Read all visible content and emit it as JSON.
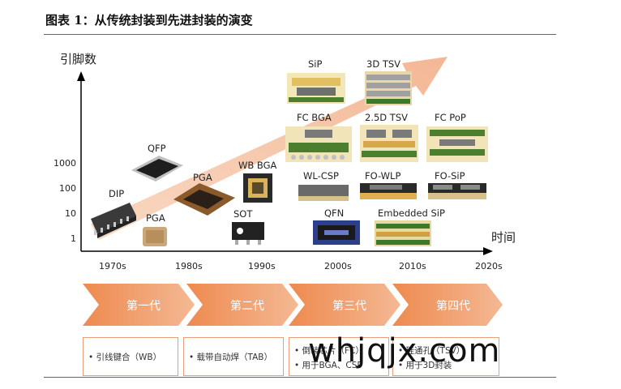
{
  "title": "图表 1：从传统封装到先进封装的演变",
  "axes": {
    "y_title": "引脚数",
    "x_title": "时间",
    "y_ticks": [
      "1000",
      "100",
      "10",
      "1"
    ],
    "x_ticks": [
      "1970s",
      "1980s",
      "1990s",
      "2000s",
      "2010s",
      "2020s"
    ]
  },
  "packages": {
    "dip": "DIP",
    "qfp": "QFP",
    "pga_small": "PGA",
    "pga": "PGA",
    "wb_bga": "WB BGA",
    "sot": "SOT",
    "sip": "SiP",
    "tsv3d": "3D TSV",
    "fc_bga": "FC BGA",
    "tsv25d": "2.5D TSV",
    "fc_pop": "FC PoP",
    "wl_csp": "WL-CSP",
    "fo_wlp": "FO-WLP",
    "fo_sip": "FO-SiP",
    "qfn": "QFN",
    "embedded_sip": "Embedded SiP"
  },
  "generations": [
    "第一代",
    "第二代",
    "第三代",
    "第四代"
  ],
  "boxes": {
    "gen1": [
      "• 引线键合（WB）"
    ],
    "gen2": [
      "• 载带自动焊（TAB）"
    ],
    "gen3": [
      "• 倒装芯片（FC）",
      "• 用于BGA、CSP"
    ],
    "gen4": [
      "• 硅通孔（TSV）",
      "• 用于3D封装"
    ]
  },
  "watermark": "whjqjx.com",
  "colors": {
    "arrow": "#f3b38f",
    "chevron": "#ef8f55",
    "chip_dark": "#2b2b2b",
    "board_green": "#5e8a3c",
    "gold": "#d4a33a"
  }
}
